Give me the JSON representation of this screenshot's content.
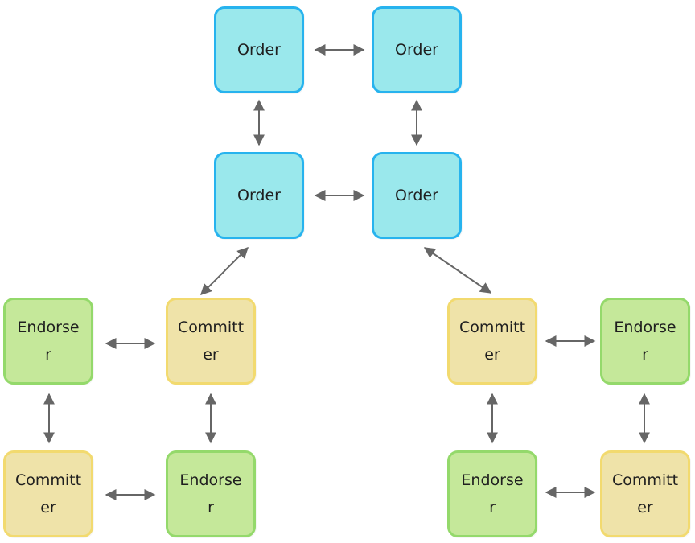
{
  "colors": {
    "order_fill": "#9ae8ec",
    "order_border": "#27b3ee",
    "committer_fill": "#efe3a9",
    "committer_border": "#f2da6f",
    "endorser_fill": "#c5e89a",
    "endorser_border": "#94d96b",
    "arrow": "#666666"
  },
  "nodes": [
    {
      "label": "Order",
      "type": "order"
    },
    {
      "label": "Order",
      "type": "order"
    },
    {
      "label": "Order",
      "type": "order"
    },
    {
      "label": "Order",
      "type": "order"
    },
    {
      "label": "Endorse\nr",
      "type": "endorser"
    },
    {
      "label": "Committ\ner",
      "type": "committer"
    },
    {
      "label": "Committ\ner",
      "type": "committer"
    },
    {
      "label": "Endorse\nr",
      "type": "endorser"
    },
    {
      "label": "Committ\ner",
      "type": "committer"
    },
    {
      "label": "Endorse\nr",
      "type": "endorser"
    },
    {
      "label": "Endorse\nr",
      "type": "endorser"
    },
    {
      "label": "Committ\ner",
      "type": "committer"
    }
  ],
  "edges": [
    {
      "from": 0,
      "to": 1
    },
    {
      "from": 0,
      "to": 2
    },
    {
      "from": 1,
      "to": 3
    },
    {
      "from": 2,
      "to": 3
    },
    {
      "from": 2,
      "to": 5
    },
    {
      "from": 3,
      "to": 6
    },
    {
      "from": 4,
      "to": 5
    },
    {
      "from": 4,
      "to": 8
    },
    {
      "from": 5,
      "to": 9
    },
    {
      "from": 8,
      "to": 9
    },
    {
      "from": 6,
      "to": 7
    },
    {
      "from": 6,
      "to": 10
    },
    {
      "from": 7,
      "to": 11
    },
    {
      "from": 10,
      "to": 11
    }
  ]
}
